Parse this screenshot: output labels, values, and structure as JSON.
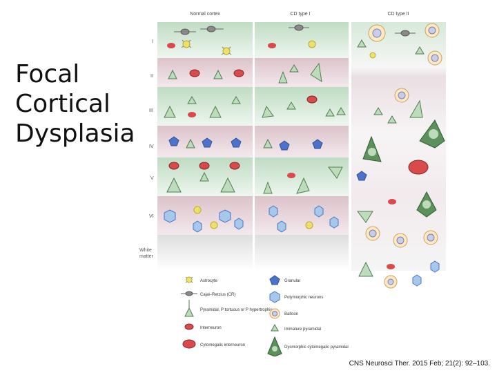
{
  "slide": {
    "title_lines": [
      "Focal",
      "Cortical",
      "Dysplasia"
    ],
    "citation": "CNS Neurosci Ther. 2015 Feb; 21(2): 92–103."
  },
  "figure": {
    "columns": [
      "Normal cortex",
      "CD type I",
      "CD type II"
    ],
    "layers": [
      "I",
      "II",
      "III",
      "IV",
      "V",
      "VI",
      "White matter"
    ],
    "legend": [
      {
        "label": "Astrocyte",
        "icon": "astrocyte-icon"
      },
      {
        "label": "Cajal–Retzius (CR)",
        "icon": "cajal-retzius-icon"
      },
      {
        "label": "Pyramidal, P tortuous or P hypertrophic",
        "icon": "pyramidal-icon"
      },
      {
        "label": "Interneuron",
        "icon": "interneuron-icon"
      },
      {
        "label": "Cytomegalic interneuron",
        "icon": "cytomegalic-interneuron-icon"
      },
      {
        "label": "Granular",
        "icon": "granular-icon"
      },
      {
        "label": "Polymorphic neurons",
        "icon": "polymorphic-icon"
      },
      {
        "label": "Balloon",
        "icon": "balloon-icon"
      },
      {
        "label": "Immature pyramidal",
        "icon": "immature-pyramidal-icon"
      },
      {
        "label": "Dysmorphic cytomegalic pyramidal",
        "icon": "dysmorphic-pyramidal-icon"
      }
    ],
    "colors": {
      "green_band": "#d6e9d8",
      "pink_band": "#ead8dc",
      "pyramidal_fill": "#bcdcbc",
      "pyramidal_stroke": "#4f7d4f",
      "interneuron_red": "#d94b4b",
      "granular_blue": "#4b73c9",
      "polymorphic_blue": "#a6c8ea",
      "astrocyte_yellow": "#efe06a",
      "balloon_fill": "#fde9c4",
      "dysmorphic_green": "#5c915c",
      "cr_gray": "#707070"
    }
  }
}
